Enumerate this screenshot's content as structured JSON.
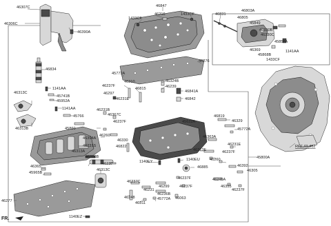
{
  "labels": {
    "l_46307C": "46307C",
    "l_46306C": "46306C",
    "l_46390A": "46390A",
    "l_46847": "46847",
    "l_1433CF_a": "1433CF",
    "l_46216": "46216",
    "l_1433CF_b": "1433CF",
    "l_46831": "46831",
    "l_46803A": "46803A",
    "l_46805": "46805",
    "l_45849": "45849",
    "l_46330B": "46330B",
    "l_46330C": "46330C",
    "l_45858A": "45858A",
    "l_46369": "46369",
    "l_45868B": "45868B",
    "l_1141AA_a": "1141AA",
    "l_1433CF_c": "1433CF",
    "l_46276": "46276",
    "l_46834": "46834",
    "l_45772A_a": "45772A",
    "l_46237F_a": "46237F",
    "l_46310": "46310",
    "l_46815": "46815",
    "l_46324B": "46324B",
    "l_46239": "46239",
    "l_46841A": "46841A",
    "l_46297": "46297",
    "l_46231E_a": "46231E",
    "l_46842": "46842",
    "l_46313C_a": "46313C",
    "l_1141AA_b": "1141AA",
    "l_45741B": "45741B",
    "l_45952A": "45952A",
    "l_1141AA_c": "1141AA",
    "l_46231B": "46231B",
    "l_46367C": "46367C",
    "l_45766": "45766",
    "l_46237F_b": "46237F",
    "l_46819": "46819",
    "l_46329": "46329",
    "l_46313B": "46313B",
    "l_45860": "45860",
    "l_45622A": "45622A",
    "l_45772A_b": "45772A",
    "l_46363A": "46363A",
    "l_46394A": "46394A",
    "l_46260_a": "46260",
    "l_46330": "46330",
    "l_46231E_b": "46231E",
    "l_46231S": "46231S",
    "l_46822": "46822",
    "l_46313E": "46313E",
    "l_46313A": "46313A",
    "l_46266B": "46266B",
    "l_46260_b": "46260",
    "l_46237F_c": "46237F",
    "l_1140EY": "1140EY",
    "l_1140EU": "1140EU",
    "l_46237": "46237",
    "l_46313C_b": "46313C",
    "l_46885": "46885",
    "l_46392": "46392",
    "l_46305": "46305",
    "l_46365": "46365",
    "l_45965B": "45965B",
    "l_46237C": "46237C",
    "l_46299": "46299",
    "l_46231": "46231",
    "l_46236B": "46236B",
    "l_46237F_d": "46237F",
    "l_46245A": "46245A",
    "l_46237F_e": "46237F",
    "l_46063": "46063",
    "l_46355": "46355",
    "l_46237F_f": "46237F",
    "l_46277": "46277",
    "l_46248": "46248",
    "l_46311": "46311",
    "l_45772A_c": "45772A",
    "l_1140EZ": "1140EZ",
    "l_FR": "FR.",
    "l_45800A": "45800A",
    "l_REF": "REF.43-452"
  }
}
